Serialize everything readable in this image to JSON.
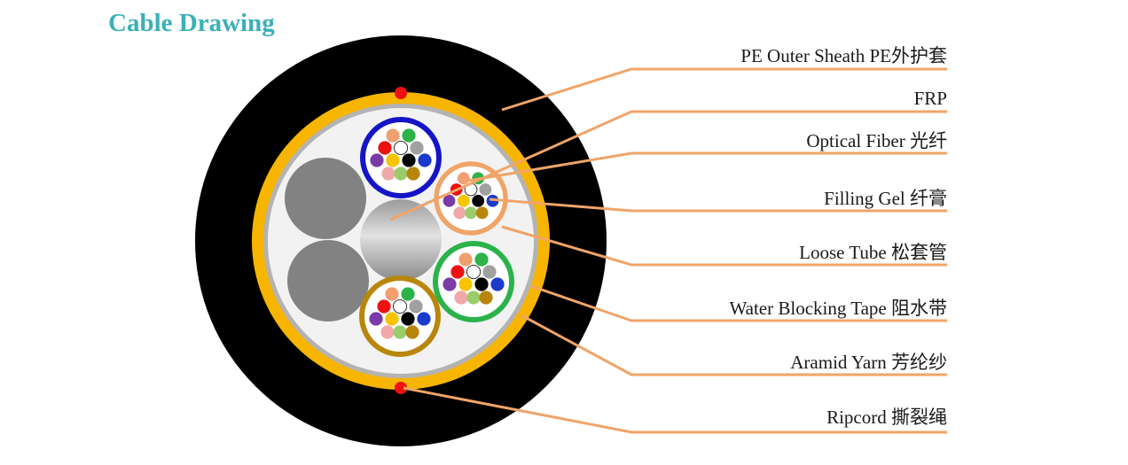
{
  "title": "Cable Drawing",
  "labels": [
    "PE Outer Sheath PE外护套",
    "FRP",
    "Optical Fiber 光纤",
    "Filling Gel 纤膏",
    "Loose Tube 松套管",
    "Water Blocking Tape 阻水带",
    "Aramid Yarn 芳纶纱",
    "Ripcord 撕裂绳"
  ],
  "colors": {
    "title": "#3ab0b8",
    "sheath": "#000000",
    "aramid": "#f7b500",
    "tape": "#b3b3b3",
    "core": "#f2f2f2",
    "filler": "#828282",
    "ripcord": "#ee1111",
    "leader": "#f0a468",
    "tube_colors": [
      "#1515c8",
      "#f0a468",
      "#2bb34a",
      "#b8860b"
    ],
    "fiber_colors": [
      "#f0a070",
      "#2bb34a",
      "#ee1111",
      "#ffffff",
      "#a0a0a0",
      "#7a3aa8",
      "#f7c400",
      "#000000",
      "#1a3acc",
      "#f0a8a8",
      "#9acd6a",
      "#b8860b"
    ]
  }
}
